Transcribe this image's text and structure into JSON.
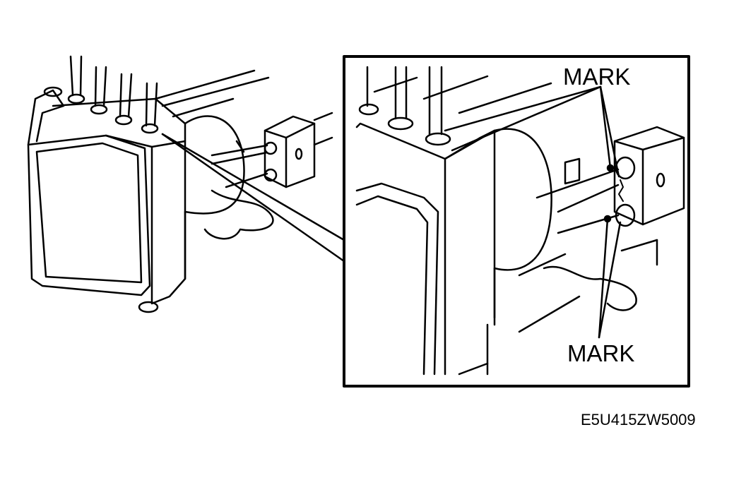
{
  "labels": {
    "mark_top": "MARK",
    "mark_bottom": "MARK",
    "figure_code": "E5U415ZW5009"
  },
  "colors": {
    "line": "#000000",
    "background": "#ffffff"
  }
}
